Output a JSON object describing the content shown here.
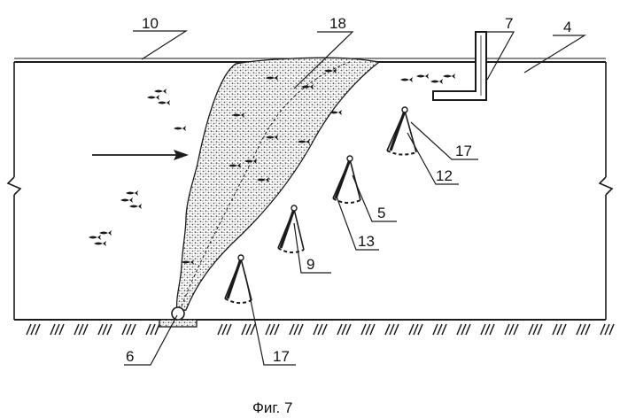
{
  "figure": {
    "caption": "Фиг. 7",
    "reference_numerals": {
      "upstream_water": "10",
      "dispersion_zone": "18",
      "barrier_wall": "7",
      "downstream_water": "4",
      "emitter_left": "17",
      "emitter_right": "17",
      "shield_right": "12",
      "shield_mid": "5",
      "shield_mid_lower": "13",
      "emitter_small": "9",
      "nozzle_base": "6"
    }
  },
  "colors": {
    "line": "#1a1a1a",
    "background": "#ffffff",
    "stipple": "#555555"
  },
  "icons": {
    "flow_arrow": "arrow-right-icon",
    "fish": "fish-icon"
  }
}
